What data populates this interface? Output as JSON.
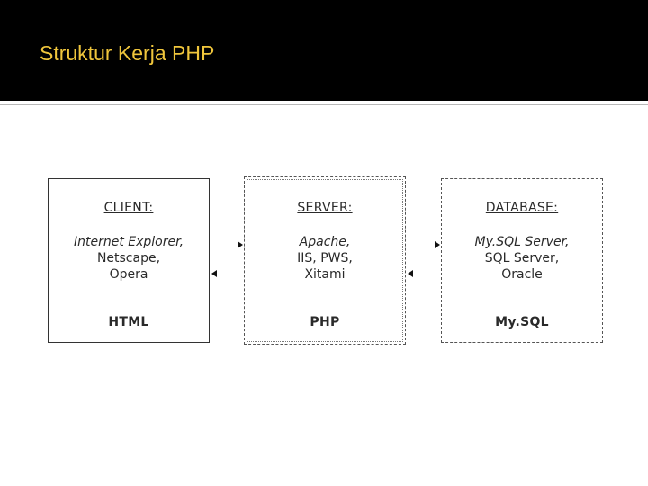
{
  "slide": {
    "title": "Struktur Kerja PHP"
  },
  "diagram": {
    "client": {
      "heading": "CLIENT:",
      "items": [
        "Internet Explorer,",
        "Netscape,",
        "Opera"
      ],
      "tech": "HTML"
    },
    "server": {
      "heading": "SERVER:",
      "items": [
        "Apache,",
        "IIS, PWS,",
        "Xitami"
      ],
      "tech": "PHP"
    },
    "database": {
      "heading": "DATABASE:",
      "items": [
        "My.SQL Server,",
        "SQL Server,",
        "Oracle"
      ],
      "tech": "My.SQL"
    },
    "connections": [
      {
        "from": "client",
        "to": "server",
        "direction": "both"
      },
      {
        "from": "server",
        "to": "database",
        "direction": "both"
      }
    ]
  }
}
